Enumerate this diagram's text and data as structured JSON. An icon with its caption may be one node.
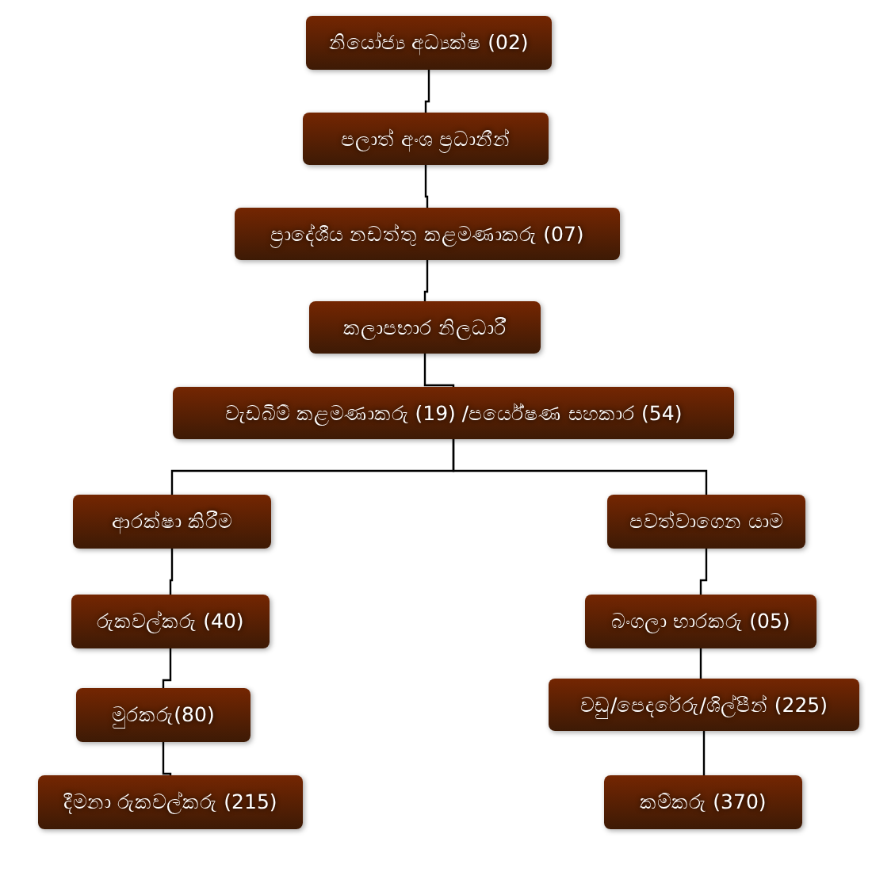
{
  "diagram": {
    "nodes": [
      {
        "text": [
          "නියෝජ්‍ය අධ්‍යක්ෂ (02)"
        ]
      },
      {
        "text": [
          "පලාත් අංශ ප්‍රධානීන්"
        ]
      },
      {
        "text": [
          "ප්‍රාදේශීය නඩත්තු කළමණාකරු (07)"
        ]
      },
      {
        "text": [
          "කලාපභාර නිලධාරී"
        ]
      },
      {
        "text": [
          "වැඩබිම් කළමණාකරු (19) /පර්යේෂණ සහකාර (54)"
        ]
      },
      {
        "text": [
          "ආරක්ෂා කිරීම"
        ]
      },
      {
        "text": [
          "රුකවල්කරු (40)"
        ]
      },
      {
        "text": [
          "මුරකරු(80)"
        ]
      },
      {
        "text": [
          "දීමනා රුකවල්කරු (215)"
        ]
      },
      {
        "text": [
          "පවත්වාගෙන යාම"
        ]
      },
      {
        "text": [
          "බංගලා භාරකරු (05)"
        ]
      },
      {
        "text": [
          "වඩු/පෙදරේරු/ශිල්පීන් (225)"
        ]
      },
      {
        "text": [
          "කම්කරු (370)"
        ]
      }
    ],
    "edges": [
      {
        "from": 0,
        "to": 1,
        "arrow": "none"
      },
      {
        "from": 1,
        "to": 2,
        "arrow": "none"
      },
      {
        "from": 2,
        "to": 3,
        "arrow": "none"
      },
      {
        "from": 3,
        "to": 4,
        "arrow": "none"
      },
      {
        "from": 4,
        "to": 5,
        "arrow": "none"
      },
      {
        "from": 4,
        "to": 9,
        "arrow": "none"
      },
      {
        "from": 5,
        "to": 6,
        "arrow": "none"
      },
      {
        "from": 6,
        "to": 7,
        "arrow": "none"
      },
      {
        "from": 7,
        "to": 8,
        "arrow": "none"
      },
      {
        "from": 9,
        "to": 10,
        "arrow": "none"
      },
      {
        "from": 10,
        "to": 11,
        "arrow": "none"
      },
      {
        "from": 11,
        "to": 12,
        "arrow": "none"
      }
    ]
  }
}
